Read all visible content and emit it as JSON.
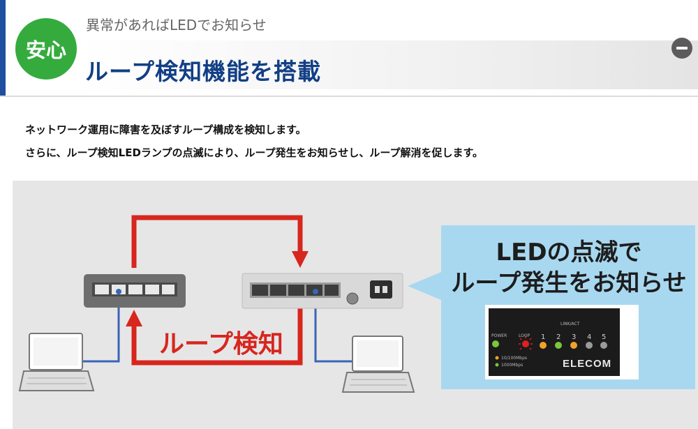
{
  "header": {
    "badge_label": "安心",
    "subtitle": "異常があればLEDでお知らせ",
    "title": "ループ検知機能を搭載"
  },
  "description": {
    "line1": "ネットワーク運用に障害を及ぼすループ構成を検知します。",
    "line2": "さらに、ループ検知LEDランプの点滅により、ループ発生をお知らせし、ループ解消を促します。"
  },
  "diagram": {
    "loop_label": "ループ検知",
    "callout_line1": "LEDの点滅で",
    "callout_line2": "ループ発生をお知らせ",
    "device_panel": {
      "power_label": "POWER",
      "loop_label": "LOOP",
      "link_act_label": "LINK/ACT",
      "port_numbers": [
        "1",
        "2",
        "3",
        "4",
        "5"
      ],
      "legend_10_100": "10/100Mbps",
      "legend_1000": "1000Mbps",
      "brand": "ELECOM"
    },
    "colors": {
      "loop_arrow": "#d7261e",
      "cable": "#3a64b8",
      "callout_bg": "#a8d8f0",
      "led_green": "#7cc63a",
      "led_orange": "#f2a22a",
      "led_red": "#e02020"
    }
  }
}
